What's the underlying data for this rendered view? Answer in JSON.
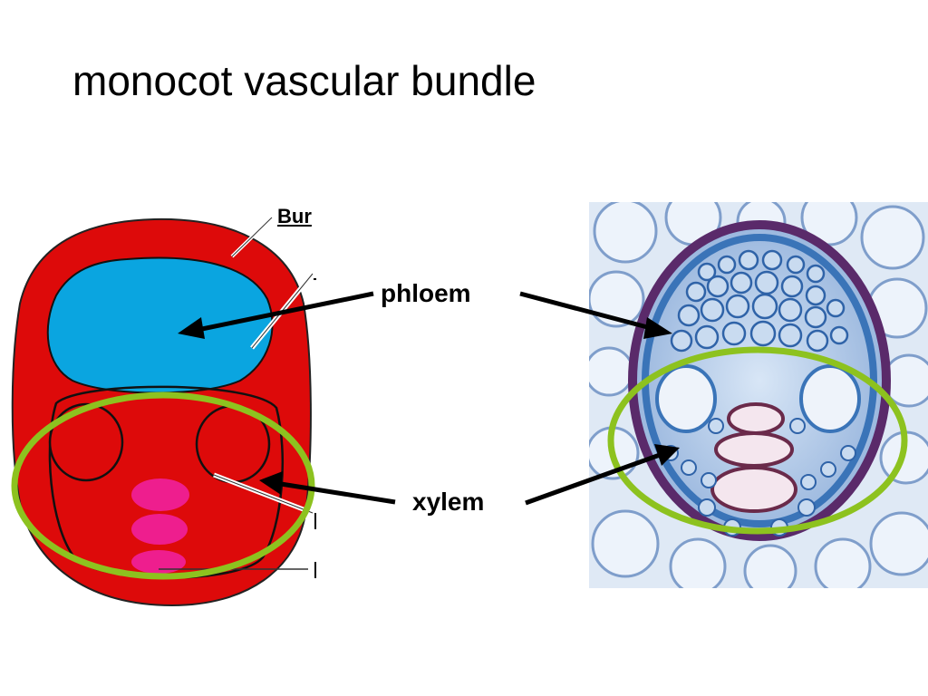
{
  "slide": {
    "title": "monocot vascular bundle"
  },
  "labels": {
    "phloem": "phloem",
    "xylem": "xylem"
  },
  "diagram": {
    "clipped_label": "Bur"
  },
  "colors": {
    "ground_tissue": "#dd0a0a",
    "phloem_region": "#0aa5e0",
    "protoxylem": "#ee1e8e",
    "highlight_ring": "#8dc21f",
    "micrograph_bg": "#dfe9f5",
    "stain_blue": "#3a74b8",
    "stain_purple": "#5a2a6a"
  }
}
